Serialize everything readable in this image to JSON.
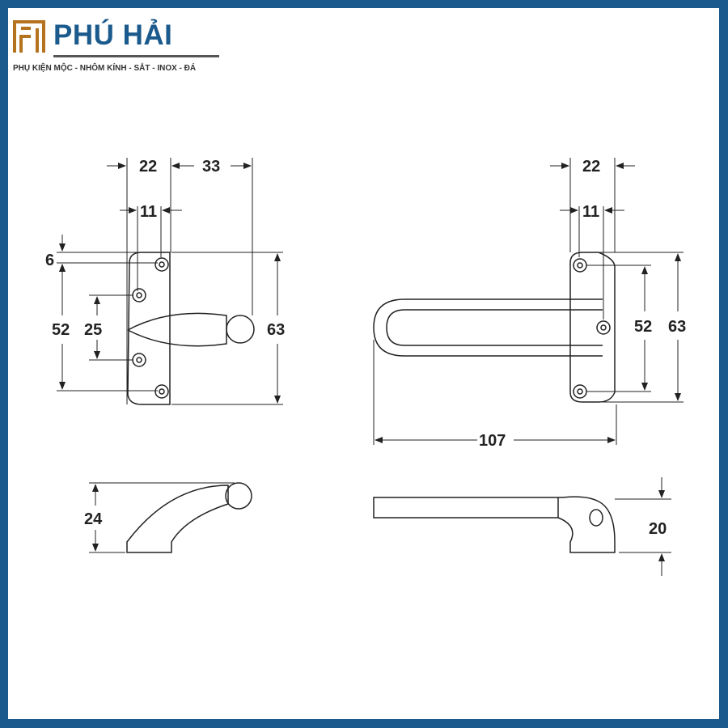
{
  "logo": {
    "brand": "PHÚ HẢI",
    "tagline": "PHỤ KIỆN MỘC - NHÔM KÍNH - SẮT - INOX - ĐÁ",
    "colors": {
      "brand": "#1b5a8c",
      "mark": "#b5721f",
      "border": "#1b5a8c"
    }
  },
  "dimensions": {
    "left_top_22": "22",
    "left_top_33": "33",
    "left_11": "11",
    "left_6": "6",
    "left_52": "52",
    "left_25": "25",
    "left_63": "63",
    "right_top_22": "22",
    "right_11": "11",
    "right_52": "52",
    "right_63": "63",
    "right_107": "107",
    "side_left_24": "24",
    "side_right_20": "20"
  }
}
